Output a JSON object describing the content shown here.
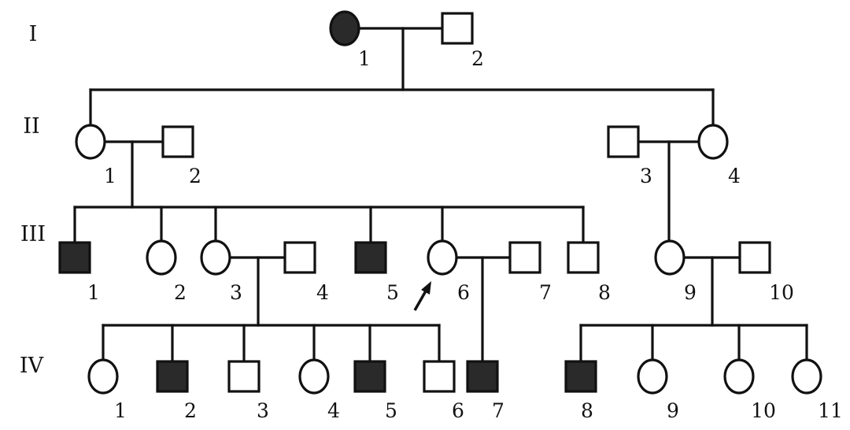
{
  "generations": [
    {
      "id": "gen-1",
      "label": "I"
    },
    {
      "id": "gen-2",
      "label": "II"
    },
    {
      "id": "gen-3",
      "label": "III"
    },
    {
      "id": "gen-4",
      "label": "IV"
    }
  ],
  "individuals": [
    {
      "id": "I-1",
      "gen": 1,
      "sex": "female",
      "affected": true,
      "label": "1"
    },
    {
      "id": "I-2",
      "gen": 1,
      "sex": "male",
      "affected": false,
      "label": "2"
    },
    {
      "id": "II-1",
      "gen": 2,
      "sex": "female",
      "affected": false,
      "label": "1"
    },
    {
      "id": "II-2",
      "gen": 2,
      "sex": "male",
      "affected": false,
      "label": "2"
    },
    {
      "id": "II-3",
      "gen": 2,
      "sex": "male",
      "affected": false,
      "label": "3"
    },
    {
      "id": "II-4",
      "gen": 2,
      "sex": "female",
      "affected": false,
      "label": "4"
    },
    {
      "id": "III-1",
      "gen": 3,
      "sex": "male",
      "affected": true,
      "label": "1"
    },
    {
      "id": "III-2",
      "gen": 3,
      "sex": "female",
      "affected": false,
      "label": "2"
    },
    {
      "id": "III-3",
      "gen": 3,
      "sex": "female",
      "affected": false,
      "label": "3"
    },
    {
      "id": "III-4",
      "gen": 3,
      "sex": "male",
      "affected": false,
      "label": "4"
    },
    {
      "id": "III-5",
      "gen": 3,
      "sex": "male",
      "affected": true,
      "label": "5"
    },
    {
      "id": "III-6",
      "gen": 3,
      "sex": "female",
      "affected": false,
      "label": "6",
      "proband": true
    },
    {
      "id": "III-7",
      "gen": 3,
      "sex": "male",
      "affected": false,
      "label": "7"
    },
    {
      "id": "III-8",
      "gen": 3,
      "sex": "male",
      "affected": false,
      "label": "8"
    },
    {
      "id": "III-9",
      "gen": 3,
      "sex": "female",
      "affected": false,
      "label": "9"
    },
    {
      "id": "III-10",
      "gen": 3,
      "sex": "male",
      "affected": false,
      "label": "10"
    },
    {
      "id": "IV-1",
      "gen": 4,
      "sex": "female",
      "affected": false,
      "label": "1"
    },
    {
      "id": "IV-2",
      "gen": 4,
      "sex": "male",
      "affected": true,
      "label": "2"
    },
    {
      "id": "IV-3",
      "gen": 4,
      "sex": "male",
      "affected": false,
      "label": "3"
    },
    {
      "id": "IV-4",
      "gen": 4,
      "sex": "female",
      "affected": false,
      "label": "4"
    },
    {
      "id": "IV-5",
      "gen": 4,
      "sex": "male",
      "affected": true,
      "label": "5"
    },
    {
      "id": "IV-6",
      "gen": 4,
      "sex": "male",
      "affected": false,
      "label": "6"
    },
    {
      "id": "IV-7",
      "gen": 4,
      "sex": "male",
      "affected": true,
      "label": "7"
    },
    {
      "id": "IV-8",
      "gen": 4,
      "sex": "male",
      "affected": true,
      "label": "8"
    },
    {
      "id": "IV-9",
      "gen": 4,
      "sex": "female",
      "affected": false,
      "label": "9"
    },
    {
      "id": "IV-10",
      "gen": 4,
      "sex": "female",
      "affected": false,
      "label": "10"
    },
    {
      "id": "IV-11",
      "gen": 4,
      "sex": "female",
      "affected": false,
      "label": "11"
    }
  ],
  "colors": {
    "line": "#111111",
    "affected_fill": "#2a2a2a",
    "unaffected_fill": "#ffffff",
    "background": "#ffffff"
  }
}
